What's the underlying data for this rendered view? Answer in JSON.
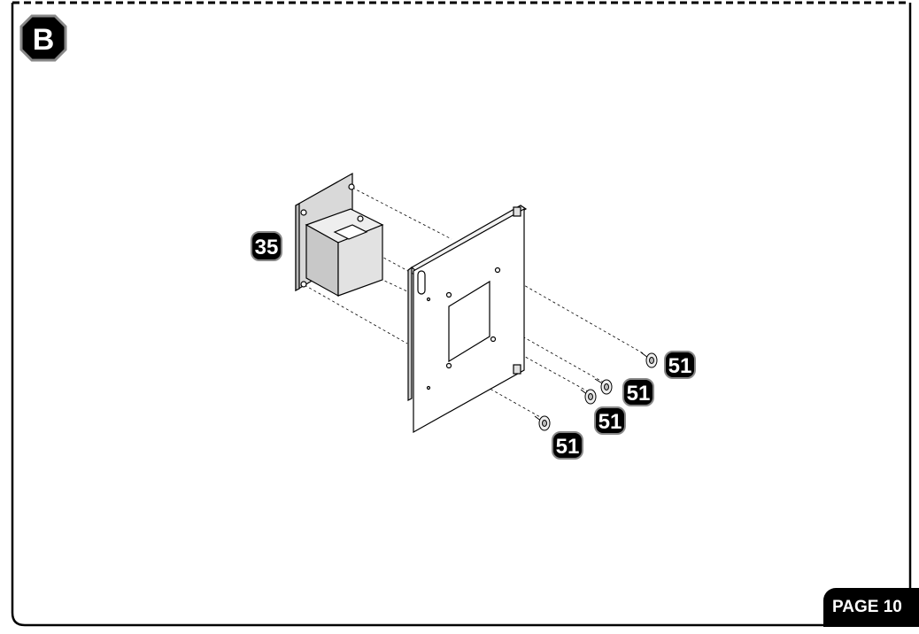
{
  "step": {
    "letter": "B"
  },
  "parts": {
    "bracket": {
      "number": "35"
    },
    "screws": [
      {
        "number": "51"
      },
      {
        "number": "51"
      },
      {
        "number": "51"
      },
      {
        "number": "51"
      }
    ]
  },
  "footer": {
    "page_label": "PAGE 10"
  }
}
